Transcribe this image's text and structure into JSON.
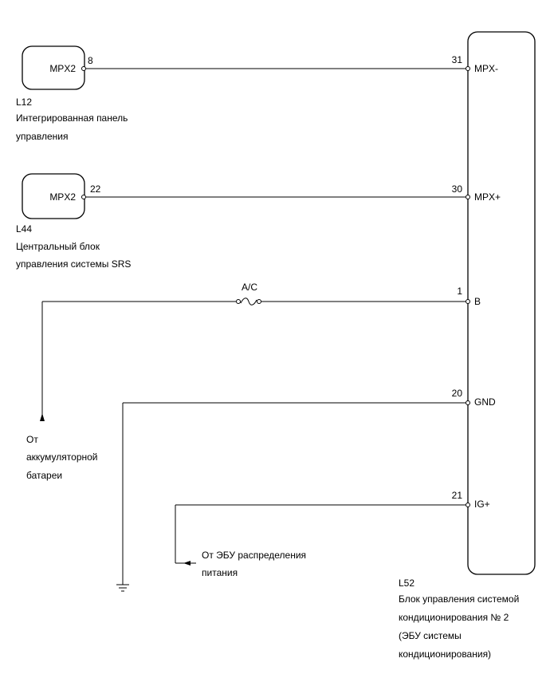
{
  "connectors": {
    "l12": {
      "code": "L12",
      "line1": "Интегрированная панель",
      "line2": "управления",
      "pin_label": "MPX2",
      "pin_no": "8"
    },
    "l44": {
      "code": "L44",
      "line1": "Центральный блок",
      "line2": "управления системы SRS",
      "pin_label": "MPX2",
      "pin_no": "22"
    },
    "l52": {
      "code": "L52",
      "line1": "Блок управления системой",
      "line2": "кондиционирования № 2",
      "line3": "(ЭБУ системы",
      "line4": "кондиционирования)"
    }
  },
  "ecu_pins": [
    {
      "no": "31",
      "label": "MPX-"
    },
    {
      "no": "30",
      "label": "MPX+"
    },
    {
      "no": "1",
      "label": "B"
    },
    {
      "no": "20",
      "label": "GND"
    },
    {
      "no": "21",
      "label": "IG+"
    }
  ],
  "fuse": {
    "label": "A/C"
  },
  "sources": {
    "battery": {
      "line1": "От",
      "line2": "аккумуляторной",
      "line3": "батареи"
    },
    "power_ecu": {
      "line1": "От ЭБУ распределения",
      "line2": "питания"
    }
  }
}
